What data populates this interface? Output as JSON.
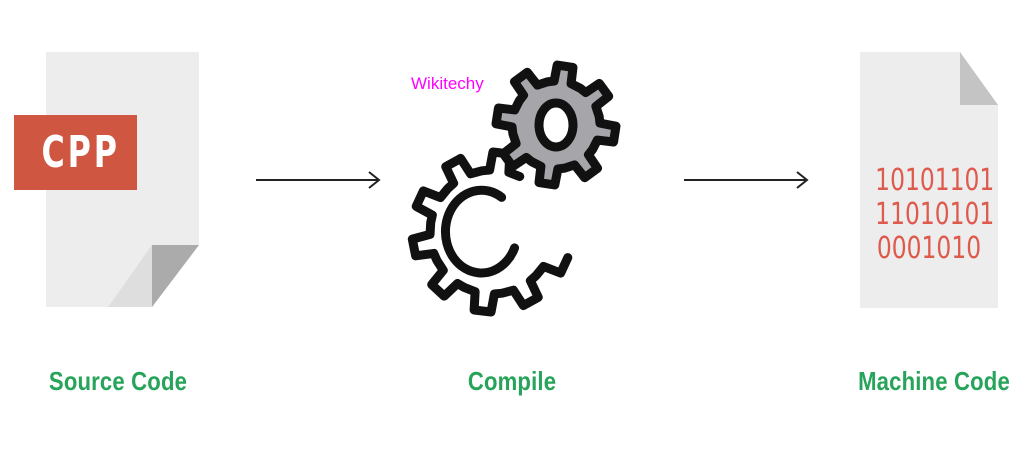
{
  "watermark": "Wikitechy",
  "source": {
    "badge": "CPP",
    "label": "Source Code"
  },
  "compile": {
    "label": "Compile"
  },
  "machine": {
    "lines": [
      "10101101",
      "11010101",
      "0001010"
    ],
    "label": "Machine Code"
  },
  "colors": {
    "label_green": "#27a35a",
    "badge_red": "#cf5641",
    "binary_red": "#de5a4c",
    "gear_gray": "#a5a5aa"
  }
}
